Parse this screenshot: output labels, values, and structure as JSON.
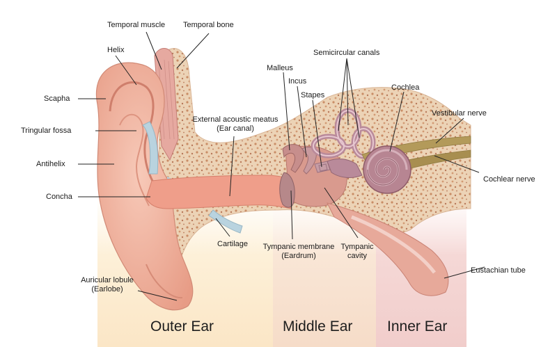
{
  "labels": {
    "temporal_muscle": "Temporal muscle",
    "temporal_bone": "Temporal bone",
    "helix": "Helix",
    "scapha": "Scapha",
    "triangular_fossa": "Tringular fossa",
    "antihelix": "Antihelix",
    "concha": "Concha",
    "auricular_lobule": "Auricular lobule",
    "auricular_lobule_alt": "(Earlobe)",
    "external_meatus": "External acoustic meatus",
    "external_meatus_alt": "(Ear canal)",
    "cartilage": "Cartilage",
    "malleus": "Malleus",
    "incus": "Incus",
    "stapes": "Stapes",
    "semicircular_canals": "Semicircular canals",
    "cochlea": "Cochlea",
    "vestibular_nerve": "Vestibular nerve",
    "cochlear_nerve": "Cochlear nerve",
    "tympanic_membrane": "Tympanic membrane",
    "tympanic_membrane_alt": "(Eardrum)",
    "tympanic_cavity": "Tympanic",
    "tympanic_cavity_alt": "cavity",
    "eustachian_tube": "Eustachian tube"
  },
  "sections": {
    "outer": "Outer Ear",
    "middle": "Middle Ear",
    "inner": "Inner Ear"
  },
  "colors": {
    "skin": "#f2b29e",
    "skin_dark": "#d98a78",
    "bone": "#ecd2b4",
    "bone_spot": "#c98a62",
    "canal": "#ef9e8a",
    "inner_structure": "#b98a9a",
    "nerve": "#b39a5a",
    "cartilage": "#b9d3df"
  }
}
